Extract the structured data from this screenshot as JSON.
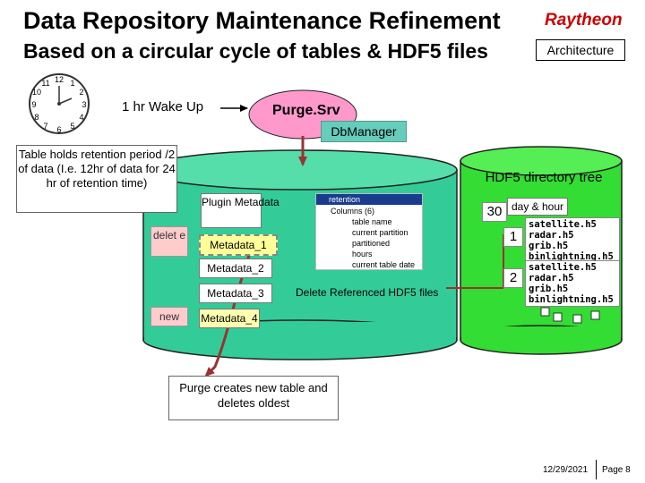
{
  "header": {
    "title": "Data Repository Maintenance Refinement",
    "subtitle": "Based on a circular cycle of tables & HDF5 files",
    "brand": "Raytheon",
    "badge": "Architecture"
  },
  "clock": {
    "numbers": [
      "12",
      "1",
      "2",
      "3",
      "4",
      "5",
      "6",
      "7",
      "8",
      "9",
      "10",
      "11"
    ]
  },
  "labels": {
    "wake_up": "1 hr Wake Up",
    "purge_srv": "Purge.Srv",
    "db_manager": "DbManager",
    "retention_note": "Table holds retention period /2 of data (I.e. 12hr of data for 24 hr of retention time)",
    "hdf5_tree": "HDF5 directory tree",
    "day_hour": "day & hour",
    "delete_ref": "Delete Referenced HDF5 files",
    "purge_note": "Purge creates new table and deletes oldest",
    "delete_tag": "delet e",
    "new_tag": "new"
  },
  "database": {
    "plugin_metadata": "Plugin Metadata",
    "tables": [
      "Metadata_1",
      "Metadata_2",
      "Metadata_3",
      "Metadata_4"
    ]
  },
  "tree_panel": {
    "header": "retention",
    "columns_label": "Columns (6)",
    "columns": [
      "table name",
      "current partition",
      "partitioned",
      "hours",
      "current table date"
    ]
  },
  "hdf5": {
    "row_numbers": [
      "30",
      "1",
      "2"
    ],
    "files": [
      "satellite.h5",
      "radar.h5",
      "grib.h5",
      "binlightning.h5"
    ]
  },
  "footer": {
    "date": "12/29/2021",
    "page": "Page 8"
  },
  "colors": {
    "brand": "#cc0000",
    "database_fill": "#33cc99",
    "hdf5_fill": "#33dd33",
    "arrow": "#993333",
    "purge_ellipse": "#ff99cc",
    "db_manager": "#66ccbb"
  }
}
